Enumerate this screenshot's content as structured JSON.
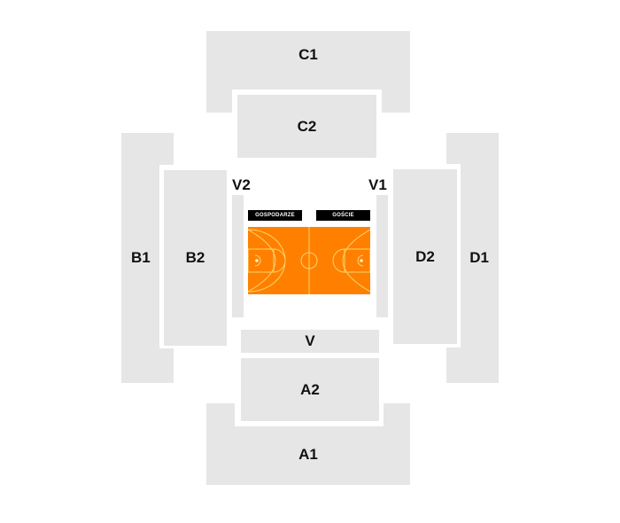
{
  "sections": {
    "C1": "C1",
    "C2": "C2",
    "B1": "B1",
    "B2": "B2",
    "D1": "D1",
    "D2": "D2",
    "A1": "A1",
    "A2": "A2",
    "V": "V",
    "V1": "V1",
    "V2": "V2"
  },
  "court": {
    "home_label": "GOSPODARZE",
    "away_label": "GOŚCIE",
    "floor_color": "#ff8000",
    "line_color": "#ffd36b"
  },
  "colors": {
    "section_fill": "#e6e6e6",
    "background": "#ffffff",
    "label": "#111111"
  }
}
